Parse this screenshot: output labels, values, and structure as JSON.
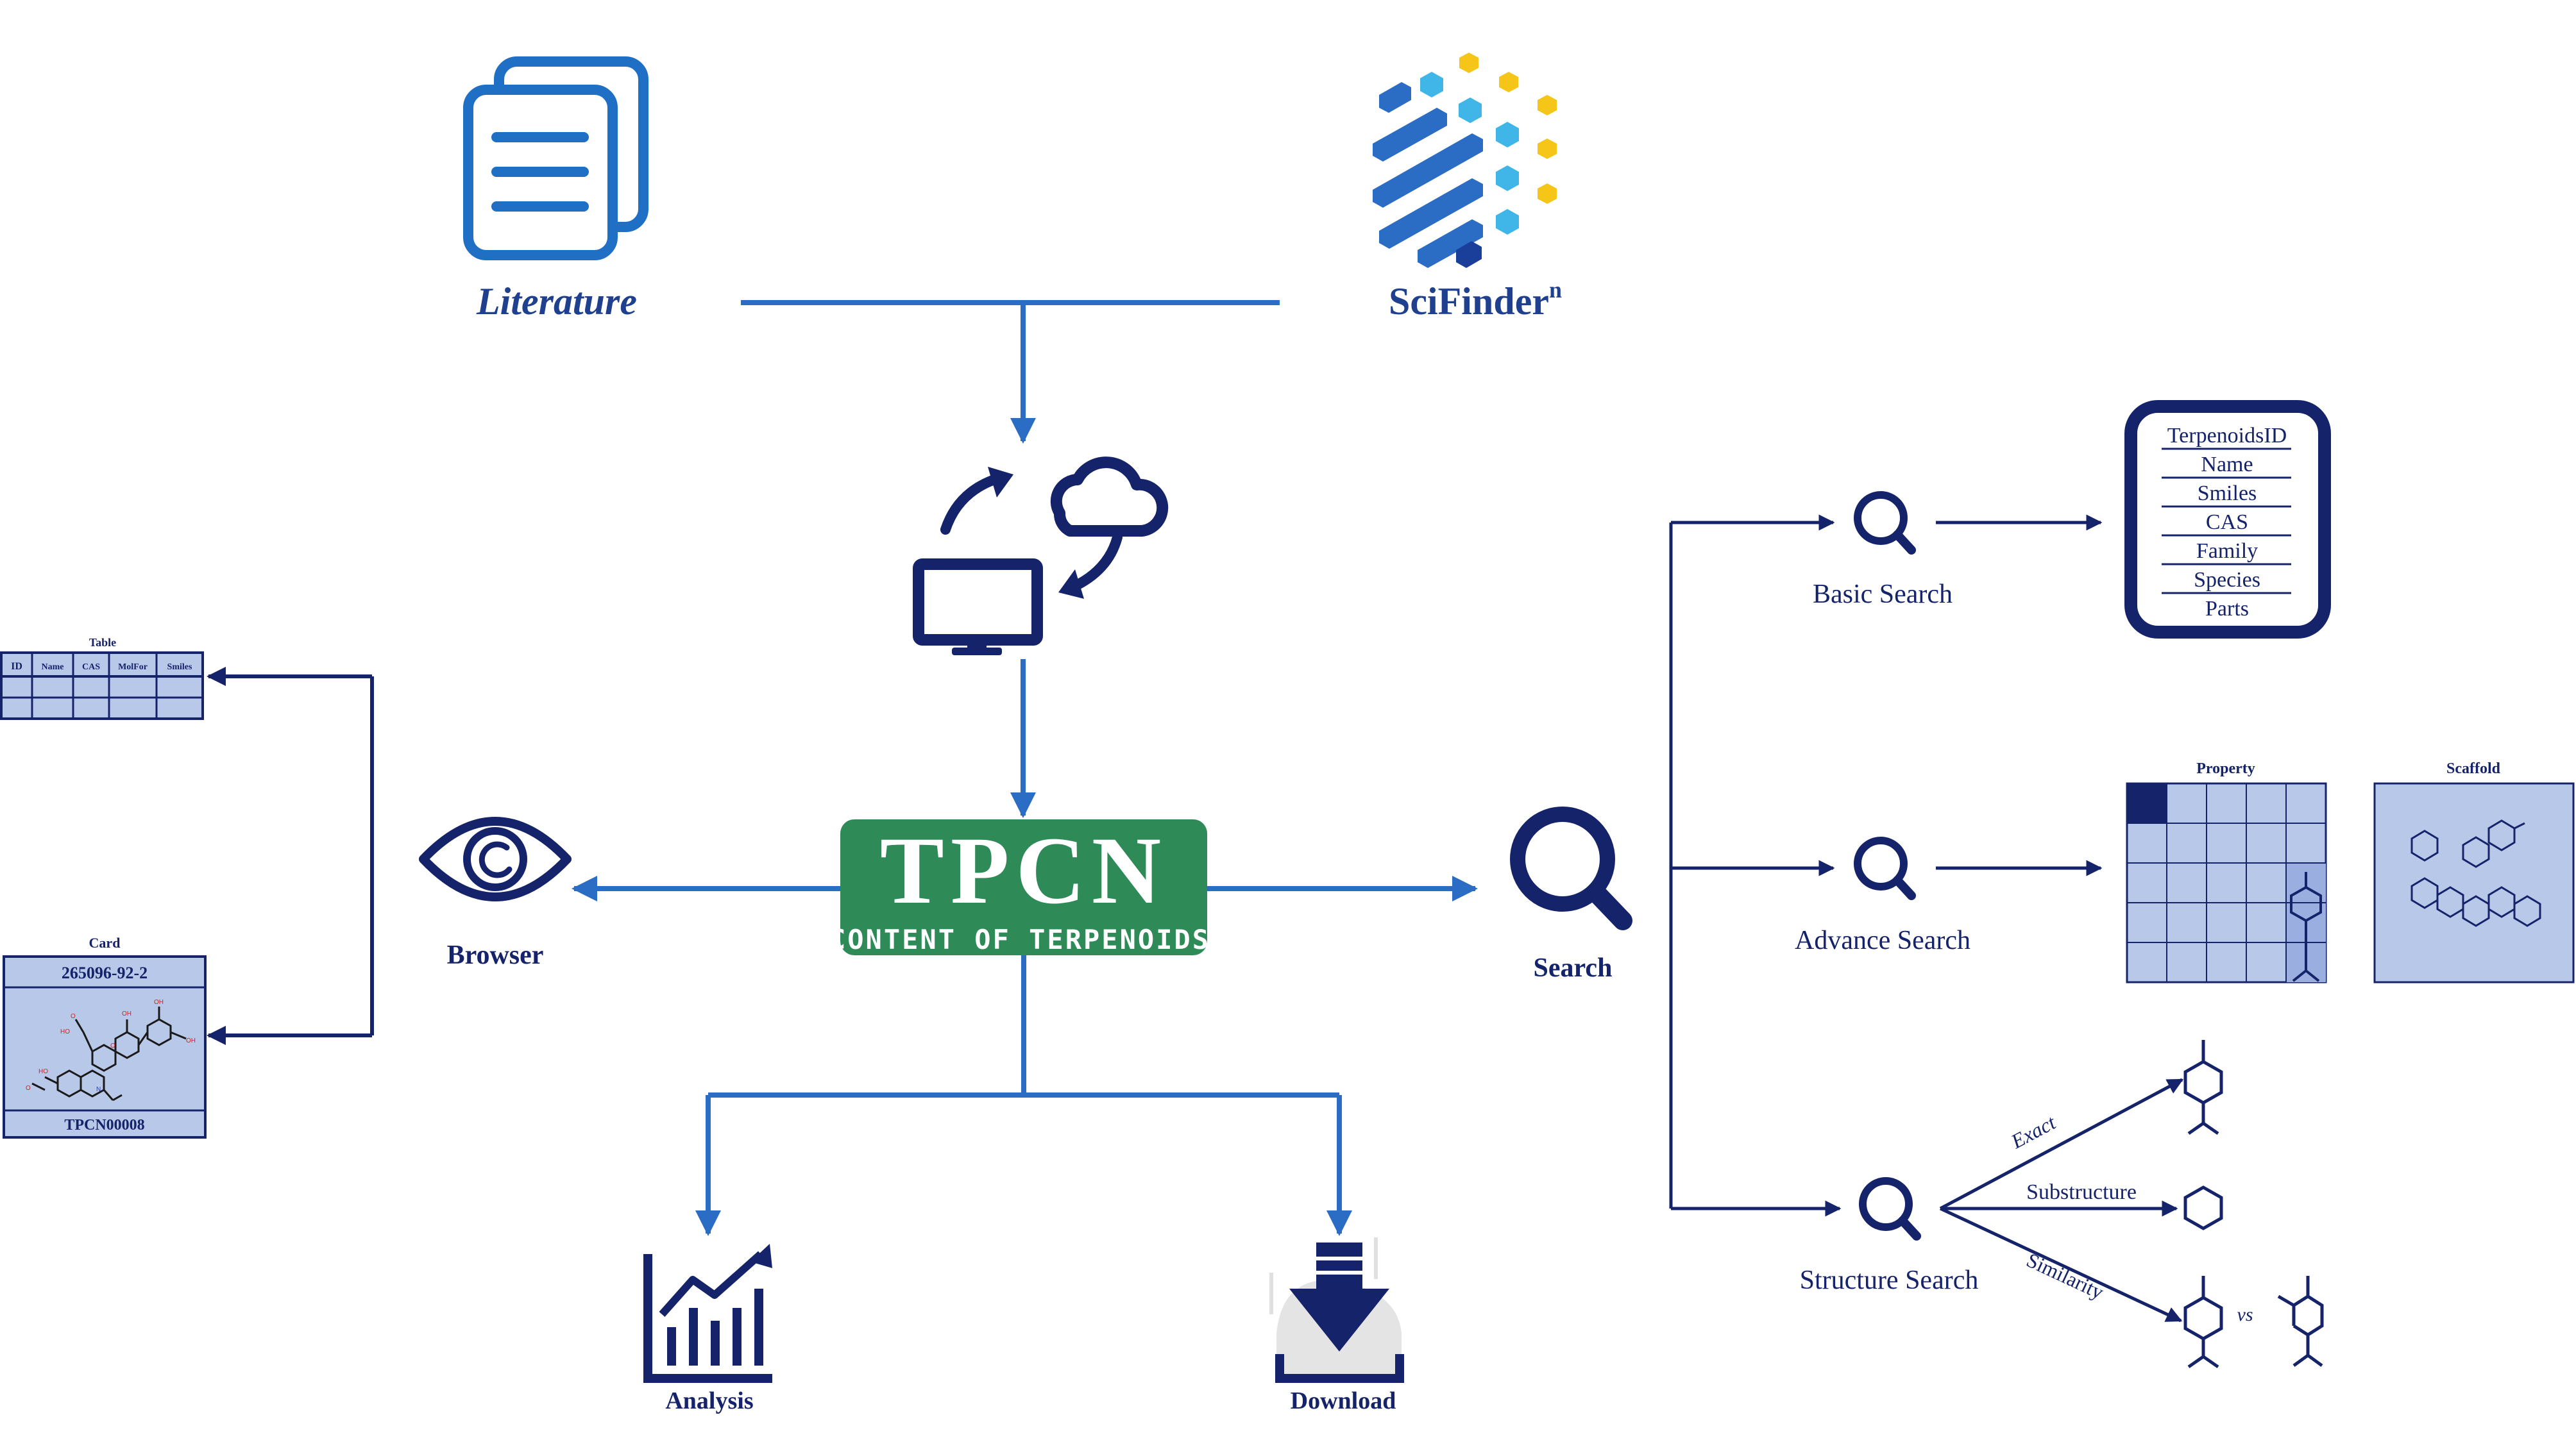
{
  "sources": {
    "literature_label": "Literature",
    "scifinder_label": "SciFinder",
    "scifinder_sup": "n"
  },
  "center": {
    "logo_text": "TPCN",
    "logo_sub": "CONTENT OF TERPENOIDS",
    "logo_color": "#2e8b57"
  },
  "nodes": {
    "browser": "Browser",
    "search": "Search",
    "analysis": "Analysis",
    "download": "Download"
  },
  "browser_views": {
    "table_title": "Table",
    "table_columns": [
      "ID",
      "Name",
      "CAS",
      "MolFor",
      "Smiles"
    ],
    "card_title": "Card",
    "card_cas": "265096-92-2",
    "card_id": "TPCN00008"
  },
  "search_types": {
    "basic": "Basic Search",
    "advance": "Advance Search",
    "structure": "Structure Search"
  },
  "basic_fields": [
    "TerpenoidsID",
    "Name",
    "Smiles",
    "CAS",
    "Family",
    "Species",
    "Parts"
  ],
  "advance_panels": {
    "property": "Property",
    "scaffold": "Scaffold"
  },
  "structure_modes": {
    "exact": "Exact",
    "substructure": "Substructure",
    "similarity": "Similarity",
    "vs": "vs"
  },
  "colors": {
    "line_blue": "#2b6cc4",
    "navy": "#15236b",
    "icon_blue": "#1f6fc5",
    "panel_fill": "#b8c8e8",
    "accent_yellow": "#f5c518",
    "accent_cyan": "#3fb5e8"
  }
}
